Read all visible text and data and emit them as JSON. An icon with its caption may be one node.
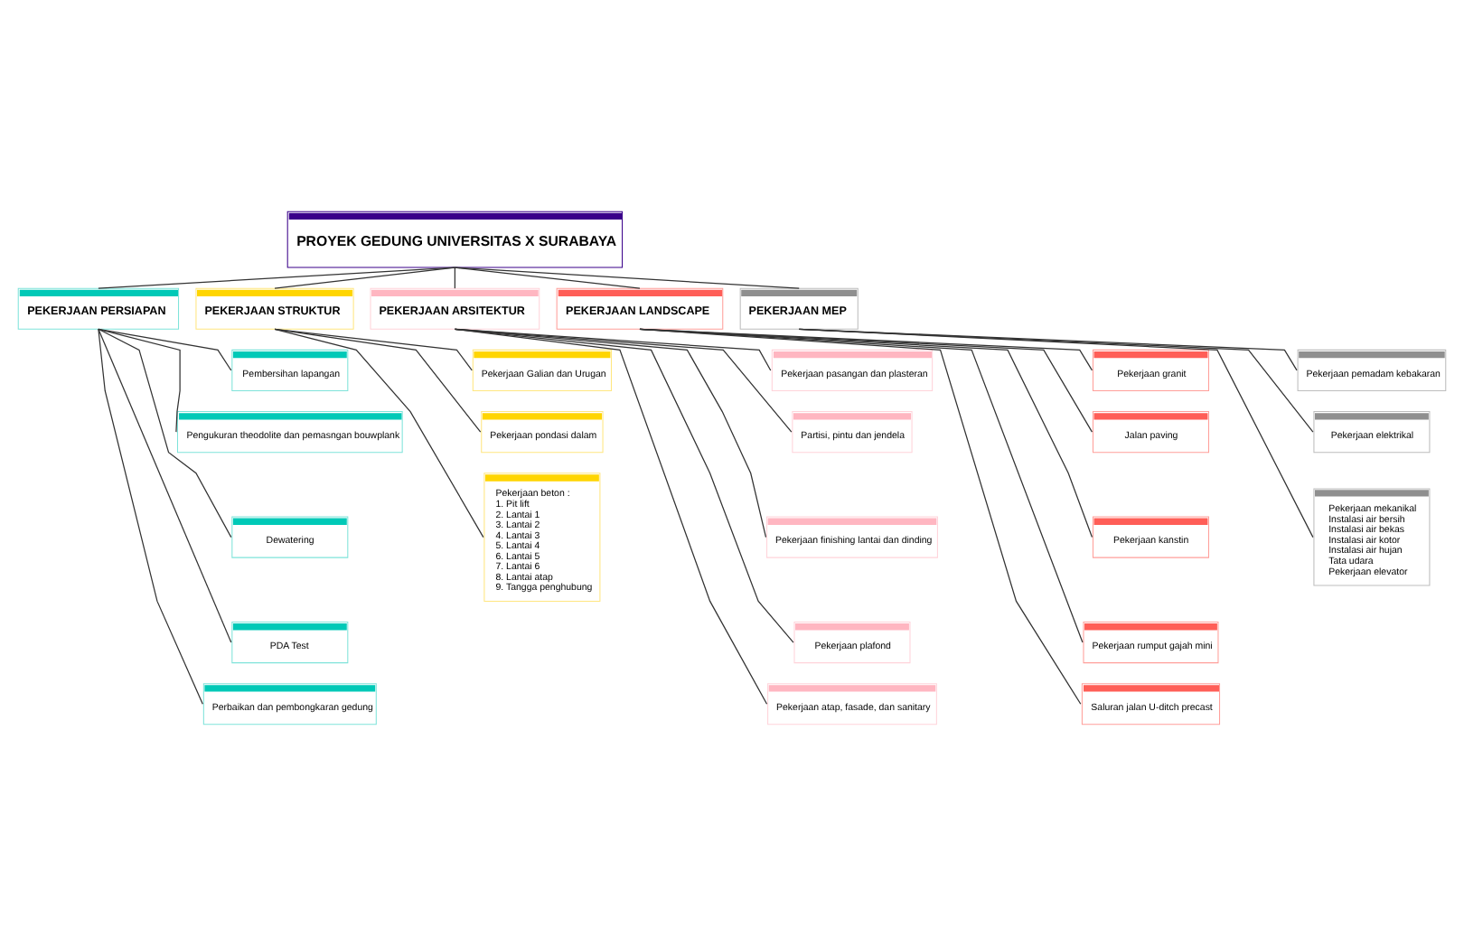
{
  "diagram": {
    "nodes": [
      {
        "text": [
          "PROYEK GEDUNG UNIVERSITAS X SURABAYA"
        ]
      },
      {
        "text": [
          "PEKERJAAN PERSIAPAN"
        ]
      },
      {
        "text": [
          "PEKERJAAN STRUKTUR"
        ]
      },
      {
        "text": [
          "PEKERJAAN ARSITEKTUR"
        ]
      },
      {
        "text": [
          "PEKERJAAN LANDSCAPE"
        ]
      },
      {
        "text": [
          "PEKERJAAN MEP"
        ]
      },
      {
        "text": [
          "Pembersihan lapangan"
        ]
      },
      {
        "text": [
          "Pengukuran theodolite dan pemasngan bouwplank"
        ]
      },
      {
        "text": [
          "Dewatering"
        ]
      },
      {
        "text": [
          "PDA Test"
        ]
      },
      {
        "text": [
          "Perbaikan dan pembongkaran gedung"
        ]
      },
      {
        "text": [
          "Pekerjaan Galian dan Urugan"
        ]
      },
      {
        "text": [
          "Pekerjaan pondasi dalam"
        ]
      },
      {
        "text": [
          "Pekerjaan beton :",
          "1. Pit lift",
          "2. Lantai 1",
          "3. Lantai 2",
          "4. Lantai 3",
          "5. Lantai 4",
          "6. Lantai 5",
          "7. Lantai 6",
          "8. Lantai atap",
          "9. Tangga penghubung"
        ]
      },
      {
        "text": [
          "Pekerjaan pasangan dan plasteran"
        ]
      },
      {
        "text": [
          "Partisi, pintu dan jendela"
        ]
      },
      {
        "text": [
          "Pekerjaan finishing lantai dan dinding"
        ]
      },
      {
        "text": [
          "Pekerjaan plafond"
        ]
      },
      {
        "text": [
          "Pekerjaan atap, fasade, dan sanitary"
        ]
      },
      {
        "text": [
          "Pekerjaan granit"
        ]
      },
      {
        "text": [
          "Jalan paving"
        ]
      },
      {
        "text": [
          "Pekerjaan kanstin"
        ]
      },
      {
        "text": [
          "Pekerjaan rumput gajah mini"
        ]
      },
      {
        "text": [
          "Saluran jalan U-ditch precast"
        ]
      },
      {
        "text": [
          "Pekerjaan pemadam kebakaran"
        ]
      },
      {
        "text": [
          "Pekerjaan elektrikal"
        ]
      },
      {
        "text": [
          "Pekerjaan mekanikal",
          "Instalasi air bersih",
          "Instalasi air bekas",
          "Instalasi air kotor",
          "Instalasi air hujan",
          "Tata udara",
          "Pekerjaan elevator"
        ]
      }
    ],
    "edges": [
      {
        "from": 0,
        "to": 1,
        "arrow": "none"
      },
      {
        "from": 0,
        "to": 2,
        "arrow": "none"
      },
      {
        "from": 0,
        "to": 3,
        "arrow": "none"
      },
      {
        "from": 0,
        "to": 4,
        "arrow": "none"
      },
      {
        "from": 0,
        "to": 5,
        "arrow": "none"
      },
      {
        "from": 1,
        "to": 6,
        "arrow": "none"
      },
      {
        "from": 1,
        "to": 7,
        "arrow": "none"
      },
      {
        "from": 1,
        "to": 8,
        "arrow": "none"
      },
      {
        "from": 1,
        "to": 9,
        "arrow": "none"
      },
      {
        "from": 1,
        "to": 10,
        "arrow": "none"
      },
      {
        "from": 2,
        "to": 11,
        "arrow": "none"
      },
      {
        "from": 2,
        "to": 12,
        "arrow": "none"
      },
      {
        "from": 2,
        "to": 13,
        "arrow": "none"
      },
      {
        "from": 3,
        "to": 14,
        "arrow": "none"
      },
      {
        "from": 3,
        "to": 15,
        "arrow": "none"
      },
      {
        "from": 3,
        "to": 16,
        "arrow": "none"
      },
      {
        "from": 3,
        "to": 17,
        "arrow": "none"
      },
      {
        "from": 3,
        "to": 18,
        "arrow": "none"
      },
      {
        "from": 4,
        "to": 19,
        "arrow": "none"
      },
      {
        "from": 4,
        "to": 20,
        "arrow": "none"
      },
      {
        "from": 4,
        "to": 21,
        "arrow": "none"
      },
      {
        "from": 4,
        "to": 22,
        "arrow": "none"
      },
      {
        "from": 4,
        "to": 23,
        "arrow": "none"
      },
      {
        "from": 5,
        "to": 24,
        "arrow": "none"
      },
      {
        "from": 5,
        "to": 25,
        "arrow": "none"
      },
      {
        "from": 5,
        "to": 26,
        "arrow": "none"
      }
    ]
  }
}
